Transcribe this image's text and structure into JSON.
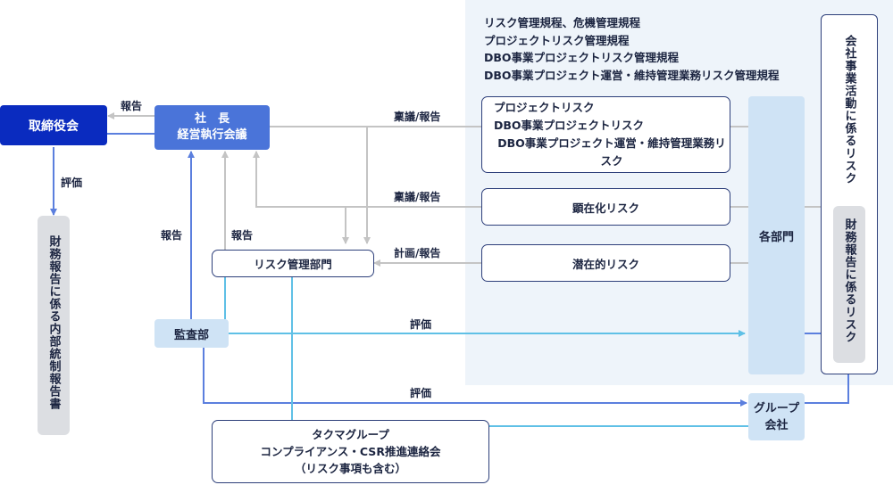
{
  "policies": [
    "リスク管理規程、危機管理規程",
    "プロジェクトリスク管理規程",
    "DBO事業プロジェクトリスク管理規程",
    "DBO事業プロジェクト運営・維持管理業務リスク管理規程"
  ],
  "nodes": {
    "board": "取締役会",
    "president_line1": "社　長",
    "president_line2": "経営執行会議",
    "internal_control_report": "財務報告に係る内部統制報告書",
    "risk_dept": "リスク管理部門",
    "audit": "監査部",
    "project_risk_lines": [
      "プロジェクトリスク",
      "DBO事業プロジェクトリスク",
      "DBO事業プロジェクト運営・維持管理業務リスク"
    ],
    "manifest_risk": "顕在化リスク",
    "latent_risk": "潜在的リスク",
    "departments": "各部門",
    "business_risk": "会社事業活動に係るリスク",
    "financial_risk": "財務報告に係るリスク",
    "group_line1": "グループ",
    "group_line2": "会社",
    "committee_lines": [
      "タクマグループ",
      "コンプライアンス・CSR推進連絡会",
      "（リスク事項も含む）"
    ]
  },
  "labels": {
    "report_top": "報告",
    "evaluation_left": "評価",
    "proposal_report_1": "稟議/報告",
    "proposal_report_2": "稟議/報告",
    "plan_report": "計画/報告",
    "report_left": "報告",
    "report_mid": "報告",
    "evaluation_audit": "評価",
    "evaluation_group": "評価"
  },
  "colors": {
    "board": "#0a2bbf",
    "president": "#4a74d9",
    "light_blue": "#cfe3f5",
    "panel": "#eef4fa",
    "gray_arrow": "#c4c4c4",
    "blue_arrow": "#5b7fde",
    "cyan_arrow": "#5fc0e6",
    "gray_box": "#dcdee2"
  }
}
